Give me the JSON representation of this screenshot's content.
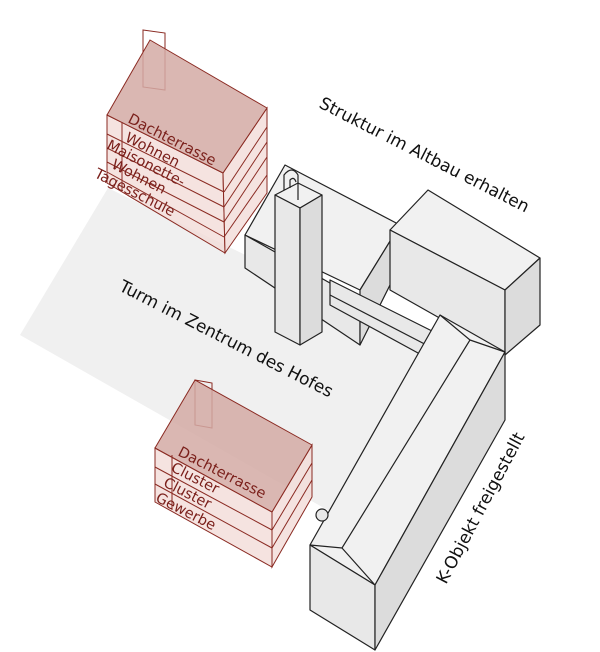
{
  "labels": {
    "altbau": "Struktur im Altbau erhalten",
    "turm": "Turm im Zentrum des Hofes",
    "kobjekt": "K-Objekt freigestellt"
  },
  "building_a": {
    "floors": [
      "Dachterrasse",
      "Wohnen",
      "Maisonette-",
      "Wohnen",
      "Tagesschule"
    ]
  },
  "building_b": {
    "floors": [
      "Dachterrasse",
      "Cluster",
      "Cluster",
      "Gewerbe"
    ]
  },
  "colors": {
    "new_building": "#d4aaa4",
    "existing": "#e8e8e8",
    "courtyard": "#f0f0f0",
    "text_new": "#7a1f1a"
  }
}
